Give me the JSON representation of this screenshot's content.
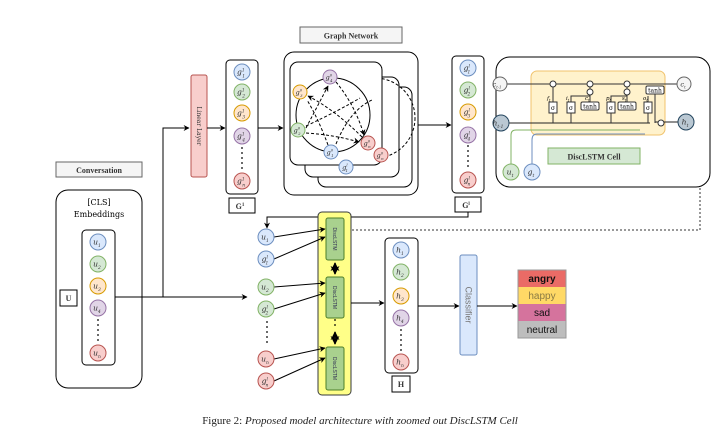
{
  "conversation": {
    "title": "Conversation",
    "embeddings_line1": "[CLS]",
    "embeddings_line2": "Embeddings",
    "matrix_label": "U",
    "nodes": [
      {
        "sym": "u",
        "sub": "1",
        "color": "blue"
      },
      {
        "sym": "u",
        "sub": "2",
        "color": "green"
      },
      {
        "sym": "u",
        "sub": "3",
        "color": "orange"
      },
      {
        "sym": "u",
        "sub": "4",
        "color": "purple"
      },
      {
        "sym": "u",
        "sub": "n",
        "color": "red"
      }
    ]
  },
  "linear_layer": {
    "label": "Linear Layer"
  },
  "g1_column": {
    "matrix_label": "G",
    "matrix_sup": "1",
    "nodes": [
      {
        "sym": "g",
        "sub": "1",
        "sup": "1",
        "color": "blue"
      },
      {
        "sym": "g",
        "sub": "2",
        "sup": "1",
        "color": "green"
      },
      {
        "sym": "g",
        "sub": "3",
        "sup": "1",
        "color": "orange"
      },
      {
        "sym": "g",
        "sub": "4",
        "sup": "1",
        "color": "purple"
      },
      {
        "sym": "g",
        "sub": "n",
        "sup": "1",
        "color": "red"
      }
    ]
  },
  "graph_network": {
    "title": "Graph Network",
    "nodes": [
      {
        "sym": "g",
        "sub": "4",
        "sup": "0",
        "color": "purple"
      },
      {
        "sym": "g",
        "sub": "3",
        "sup": "0",
        "color": "orange"
      },
      {
        "sym": "g",
        "sub": "2",
        "sup": "0",
        "color": "green"
      },
      {
        "sym": "g",
        "sub": "1",
        "sup": "0",
        "color": "blue"
      },
      {
        "sym": "g",
        "sub": "n",
        "sup": "0",
        "color": "red"
      }
    ],
    "back_nodes": [
      {
        "sym": "g",
        "sub": "1",
        "sup": "l",
        "color": "blue"
      },
      {
        "sym": "g",
        "sub": "n",
        "sup": "0",
        "color": "red"
      }
    ]
  },
  "gl_column": {
    "matrix_label": "G",
    "matrix_sup": "l",
    "nodes": [
      {
        "sym": "g",
        "sub": "1",
        "sup": "l",
        "color": "blue"
      },
      {
        "sym": "g",
        "sub": "2",
        "sup": "l",
        "color": "green"
      },
      {
        "sym": "g",
        "sub": "3",
        "sup": "l",
        "color": "orange"
      },
      {
        "sym": "g",
        "sub": "4",
        "sup": "l",
        "color": "purple"
      },
      {
        "sym": "g",
        "sub": "n",
        "sup": "l",
        "color": "red"
      }
    ]
  },
  "disclstm_cell": {
    "title": "DiscLSTM Cell",
    "c_prev": {
      "sym": "c",
      "sub": "t-1"
    },
    "c_t": {
      "sym": "c",
      "sub": "t"
    },
    "h_prev": {
      "sym": "h",
      "sub": "t-1"
    },
    "h_t": {
      "sym": "h",
      "sub": "t"
    },
    "u_t": {
      "sym": "u",
      "sub": "t"
    },
    "g_t": {
      "sym": "g",
      "sub": "t"
    },
    "gates": [
      "f",
      "i",
      "c",
      "p",
      "s",
      "o"
    ],
    "sigma": "σ",
    "tanh": "tanh"
  },
  "sequence": {
    "inputs": [
      {
        "sym": "u",
        "sub": "1",
        "color": "blue"
      },
      {
        "sym": "g",
        "sub": "1",
        "sup": "l",
        "color": "blue"
      },
      {
        "sym": "u",
        "sub": "2",
        "color": "green"
      },
      {
        "sym": "g",
        "sub": "2",
        "sup": "l",
        "color": "green"
      },
      {
        "sym": "u",
        "sub": "n",
        "color": "red"
      },
      {
        "sym": "g",
        "sub": "n",
        "sup": "l",
        "color": "red"
      }
    ],
    "cell_label": "DiscLSTM",
    "hidden_label": "H",
    "hidden": [
      {
        "sym": "h",
        "sub": "1",
        "color": "blue"
      },
      {
        "sym": "h",
        "sub": "2",
        "color": "green"
      },
      {
        "sym": "h",
        "sub": "3",
        "color": "orange"
      },
      {
        "sym": "h",
        "sub": "4",
        "color": "purple"
      },
      {
        "sym": "h",
        "sub": "n",
        "color": "red"
      }
    ]
  },
  "classifier": {
    "label": "Classifier"
  },
  "emotions": [
    {
      "label": "angry",
      "color": "#ea6b66"
    },
    {
      "label": "happy",
      "color": "#ffd966"
    },
    {
      "label": "sad",
      "color": "#d5739d"
    },
    {
      "label": "neutral",
      "color": "#bdbdbd"
    }
  ],
  "caption": {
    "prefix": "Figure 2:",
    "text": "Proposed model architecture with zoomed out DiscLSTM Cell"
  },
  "palette": {
    "blue": {
      "fill": "#dae8fc",
      "stroke": "#6c8ebf"
    },
    "green": {
      "fill": "#d5e8d4",
      "stroke": "#82b366"
    },
    "orange": {
      "fill": "#ffe6cc",
      "stroke": "#d79b00"
    },
    "purple": {
      "fill": "#e1d5e7",
      "stroke": "#9673a6"
    },
    "red": {
      "fill": "#f8cecc",
      "stroke": "#b85450"
    },
    "grey": {
      "fill": "#f5f5f5",
      "stroke": "#666666"
    },
    "slate": {
      "fill": "#bac8d3",
      "stroke": "#23445d"
    }
  }
}
